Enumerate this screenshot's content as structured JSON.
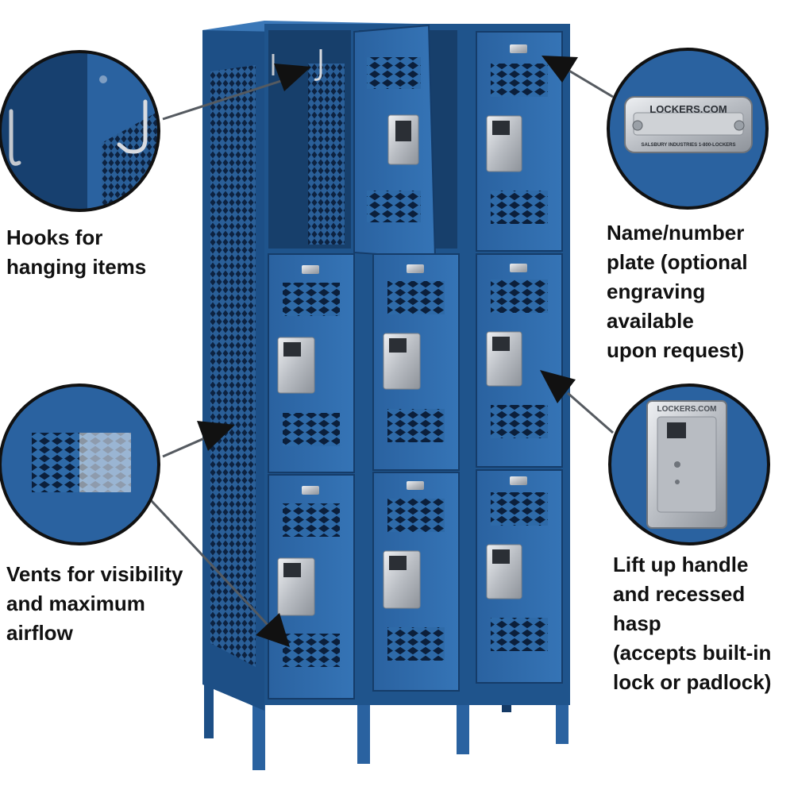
{
  "callouts": {
    "hooks": {
      "label": "Hooks for\nhanging items"
    },
    "plate": {
      "label": "Name/number\nplate (optional\nengraving available\nupon request)",
      "brand": "LOCKERS.COM",
      "fine_print": "SALSBURY INDUSTRIES  1-800-LOCKERS"
    },
    "vents": {
      "label": "Vents for visibility\nand maximum\nairflow"
    },
    "handle": {
      "label": "Lift up handle\nand recessed hasp\n(accepts built-in\nlock or padlock)",
      "brand": "LOCKERS.COM"
    }
  },
  "colors": {
    "locker_blue": "#2e6aa8",
    "locker_dark": "#1d4f86",
    "locker_shadow": "#143a66",
    "steel": "#c9ccd1",
    "caption": "#111111"
  },
  "locker": {
    "columns": 3,
    "tiers": 3
  }
}
